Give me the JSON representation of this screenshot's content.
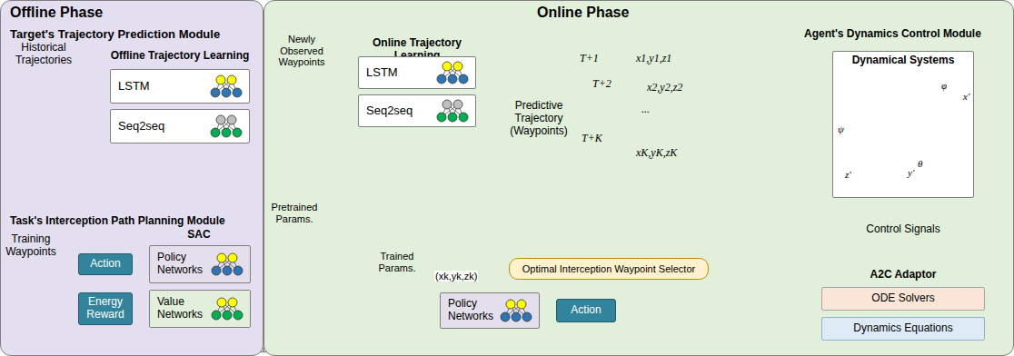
{
  "diagram": {
    "nodes": [
      {
        "text": [
          "Offline Phase"
        ]
      },
      {
        "text": [
          "Online Phase"
        ]
      },
      {
        "text": [
          "Target's Trajectory Prediction Module"
        ]
      },
      {
        "text": [
          "Historical Trajectories"
        ],
        "in": 2
      },
      {
        "text": [
          "Offline Trajectory Learning"
        ],
        "in": 2
      },
      {
        "text": [
          "LSTM"
        ],
        "in": 4
      },
      {
        "text": [
          "Seq2seq"
        ],
        "in": 4
      },
      {
        "text": [
          "Newly Observed Waypoints"
        ],
        "in": 2
      },
      {
        "text": [
          "Pretrained Params."
        ]
      },
      {
        "text": [
          "Online Trajectory Learning"
        ],
        "in": 2
      },
      {
        "text": [
          "LSTM"
        ],
        "in": 9
      },
      {
        "text": [
          "Seq2seq"
        ],
        "in": 9
      },
      {
        "text": [
          "Predictive Trajectory (Waypoints)"
        ],
        "in": 2
      },
      {
        "text": [
          "Task's Interception Path Planning Module"
        ]
      },
      {
        "text": [
          "Training Waypoints"
        ],
        "in": 13
      },
      {
        "text": [
          "SAC"
        ],
        "in": 13
      },
      {
        "text": [
          "Action"
        ],
        "in": 15
      },
      {
        "text": [
          "Energy Reward"
        ],
        "in": 15
      },
      {
        "text": [
          "Policy Networks"
        ],
        "in": 15
      },
      {
        "text": [
          "Value Networks"
        ],
        "in": 15
      },
      {
        "text": [
          "Trained Params."
        ],
        "in": 13
      },
      {
        "text": [
          "Optimal Interception Waypoint Selector"
        ],
        "in": 13
      },
      {
        "text": [
          "Policy Networks"
        ],
        "in": 13
      },
      {
        "text": [
          "Action"
        ],
        "in": 13
      },
      {
        "text": [
          "Agent's Dynamics Control Module"
        ]
      },
      {
        "text": [
          "Dynamical Systems"
        ],
        "in": 24
      },
      {
        "text": [
          "Control Signals"
        ],
        "in": 24
      },
      {
        "text": [
          "A2C Adaptor"
        ],
        "in": 24
      },
      {
        "text": [
          "ODE Solvers"
        ],
        "in": 27
      },
      {
        "text": [
          "Dynamics Equations"
        ],
        "in": 27
      }
    ],
    "edges": [
      {
        "from": 3,
        "to": 4,
        "arrow": "to"
      },
      {
        "from": 7,
        "to": 9,
        "arrow": "to"
      },
      {
        "from": 4,
        "to": 8,
        "arrow": "to"
      },
      {
        "from": 8,
        "to": 9,
        "arrow": "to"
      },
      {
        "from": 9,
        "to": 12,
        "arrow": "to"
      },
      {
        "from": 12,
        "to": 21,
        "arrow": "to"
      },
      {
        "from": 21,
        "to": 22,
        "label": "(xk,yk,zk)",
        "arrow": "to"
      },
      {
        "from": 14,
        "to": 15,
        "arrow": "to"
      },
      {
        "from": 18,
        "to": 16,
        "arrow": "to"
      },
      {
        "from": 16,
        "to": 17,
        "arrow": "to"
      },
      {
        "from": 17,
        "to": 19,
        "arrow": "to"
      },
      {
        "from": 19,
        "to": 18,
        "arrow": "to"
      },
      {
        "from": 18,
        "to": 20,
        "arrow": "to"
      },
      {
        "from": 20,
        "to": 22,
        "arrow": "to"
      },
      {
        "from": 22,
        "to": 23,
        "arrow": "to"
      },
      {
        "from": 23,
        "to": 27,
        "arrow": "to"
      },
      {
        "from": 27,
        "to": 26,
        "arrow": "to"
      },
      {
        "from": 26,
        "to": 25,
        "arrow": "to"
      }
    ],
    "labels": [
      "T+1",
      "x1,y1,z1",
      "T+2",
      "x2,y2,z2",
      "...",
      "T+K",
      "xK,yK,zK",
      "φ",
      "x'",
      "ψ",
      "z'",
      "y'",
      "θ"
    ]
  }
}
